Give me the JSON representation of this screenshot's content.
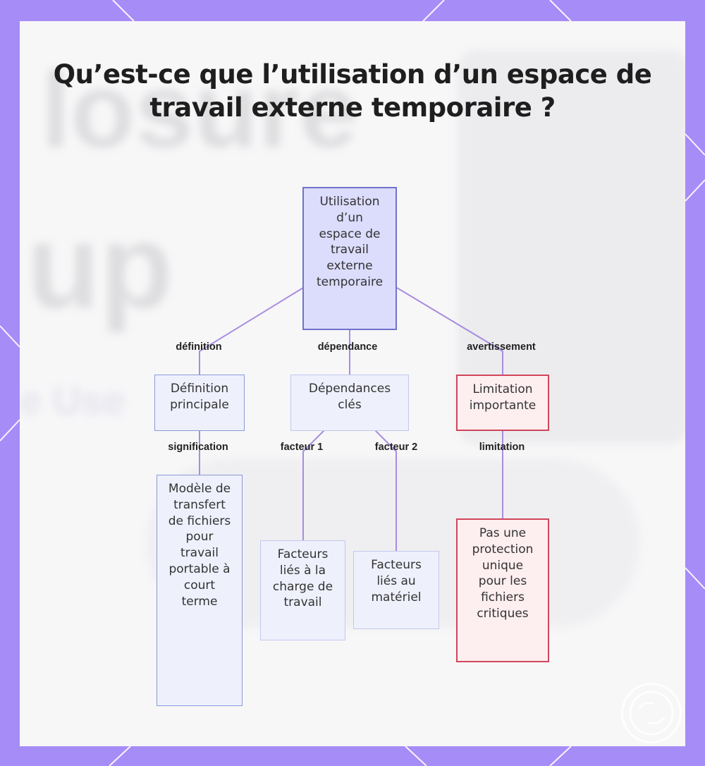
{
  "title": "Qu’est-ce que l’utilisation d’un espace de travail externe temporaire ?",
  "colors": {
    "frame": "#a68cf7",
    "card": "#f7f7f8",
    "edge": "#a88ce0",
    "root_fill": "#dcdcfd",
    "root_border": "#6f73c9",
    "node_fill": "#eef0fc",
    "warning_fill": "#fdeef0",
    "warning_border": "#d1455b"
  },
  "nodes": {
    "root": "Utilisation d’un espace de travail externe temporaire",
    "definition": "Définition principale",
    "dependencies": "Dépendances clés",
    "limitation": "Limitation importante",
    "model": "Modèle de transfert de fichiers pour travail portable à court terme",
    "workload": "Facteurs liés à la charge de travail",
    "hardware": "Facteurs liés au matériel",
    "not_unique": "Pas une protection unique pour les fichiers critiques"
  },
  "edges": {
    "definition": "définition",
    "dependance": "dépendance",
    "avertissement": "avertissement",
    "signification": "signification",
    "facteur1": "facteur 1",
    "facteur2": "facteur 2",
    "limitation": "limitation"
  },
  "background_text": [
    "losure",
    "up",
    "e Use"
  ],
  "icons": {
    "corner_badge": "logo-badge-icon"
  }
}
